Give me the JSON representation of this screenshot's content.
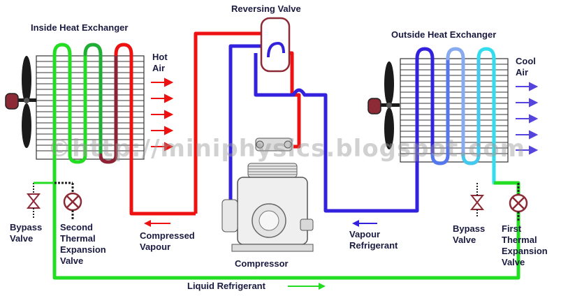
{
  "labels": {
    "reversing_valve": "Reversing Valve",
    "inside_hx": "Inside Heat Exchanger",
    "outside_hx": "Outside Heat Exchanger",
    "hot_air_1": "Hot",
    "hot_air_2": "Air",
    "cool_air_1": "Cool",
    "cool_air_2": "Air",
    "bypass_left_1": "Bypass",
    "bypass_left_2": "Valve",
    "second_tev_1": "Second",
    "second_tev_2": "Thermal",
    "second_tev_3": "Expansion",
    "second_tev_4": "Valve",
    "compressed_vapour_1": "Compressed",
    "compressed_vapour_2": "Vapour",
    "compressor": "Compressor",
    "vapour_refrigerant_1": "Vapour",
    "vapour_refrigerant_2": "Refrigerant",
    "bypass_right_1": "Bypass",
    "bypass_right_2": "Valve",
    "first_tev_1": "First",
    "first_tev_2": "Thermal",
    "first_tev_3": "Expansion",
    "first_tev_4": "Valve",
    "liquid_refrigerant": "Liquid Refrigerant"
  },
  "watermark": "©http://miniphysics.blogspot.com",
  "colors": {
    "liquid_line": "#22dd22",
    "hot_line": "#ee1111",
    "vapour_line": "#3322dd",
    "cool_line": "#33ddee",
    "label_text": "#1a1a40"
  }
}
